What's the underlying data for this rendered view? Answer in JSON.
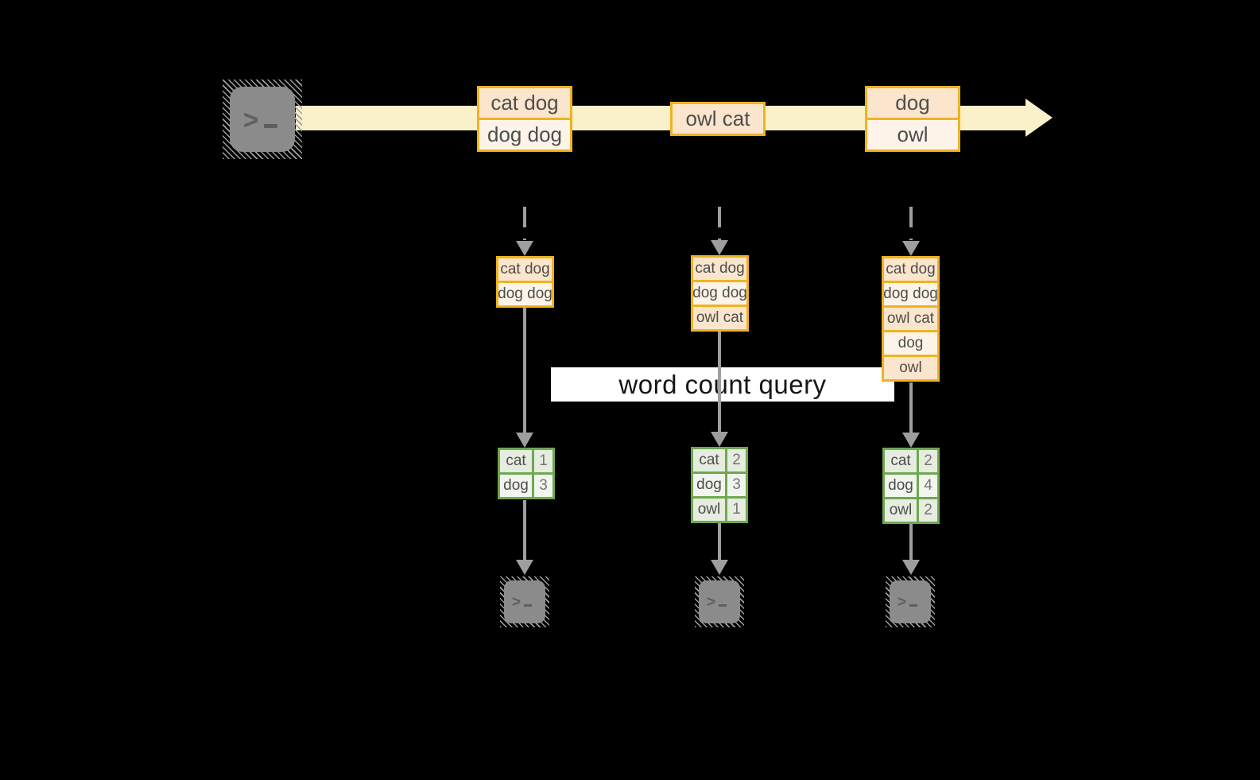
{
  "diagram": {
    "query_label": "word count query",
    "source": {
      "icon": "terminal-icon"
    },
    "stream": {
      "batches": [
        {
          "events": [
            "cat dog",
            "dog dog"
          ]
        },
        {
          "events": [
            "owl cat"
          ]
        },
        {
          "events": [
            "dog",
            "owl"
          ]
        }
      ]
    },
    "pipelines": [
      {
        "micro_batch": [
          "cat dog",
          "dog dog"
        ],
        "word_counts": [
          {
            "word": "cat",
            "count": "1"
          },
          {
            "word": "dog",
            "count": "3"
          }
        ],
        "sink_icon": "terminal-icon"
      },
      {
        "micro_batch": [
          "cat dog",
          "dog dog",
          "owl cat"
        ],
        "word_counts": [
          {
            "word": "cat",
            "count": "2"
          },
          {
            "word": "dog",
            "count": "3"
          },
          {
            "word": "owl",
            "count": "1"
          }
        ],
        "sink_icon": "terminal-icon"
      },
      {
        "micro_batch": [
          "cat dog",
          "dog dog",
          "owl cat",
          "dog",
          "owl"
        ],
        "word_counts": [
          {
            "word": "cat",
            "count": "2"
          },
          {
            "word": "dog",
            "count": "4"
          },
          {
            "word": "owl",
            "count": "2"
          }
        ],
        "sink_icon": "terminal-icon"
      }
    ],
    "colors": {
      "background": "#000000",
      "stream_band": "#faf0ca",
      "event_box_border": "#eeb31f",
      "event_fill_dark": "#fbe5cc",
      "event_fill_light": "#fdf3e8",
      "count_table_border": "#6fa850",
      "count_fill_dark": "#e6ecdf",
      "count_fill_light": "#f2f5ee",
      "arrow_gray": "#9e9e9e",
      "query_band": "#ffffff",
      "terminal_gray": "#8b8b8b",
      "text": "#4d4d4d"
    }
  }
}
